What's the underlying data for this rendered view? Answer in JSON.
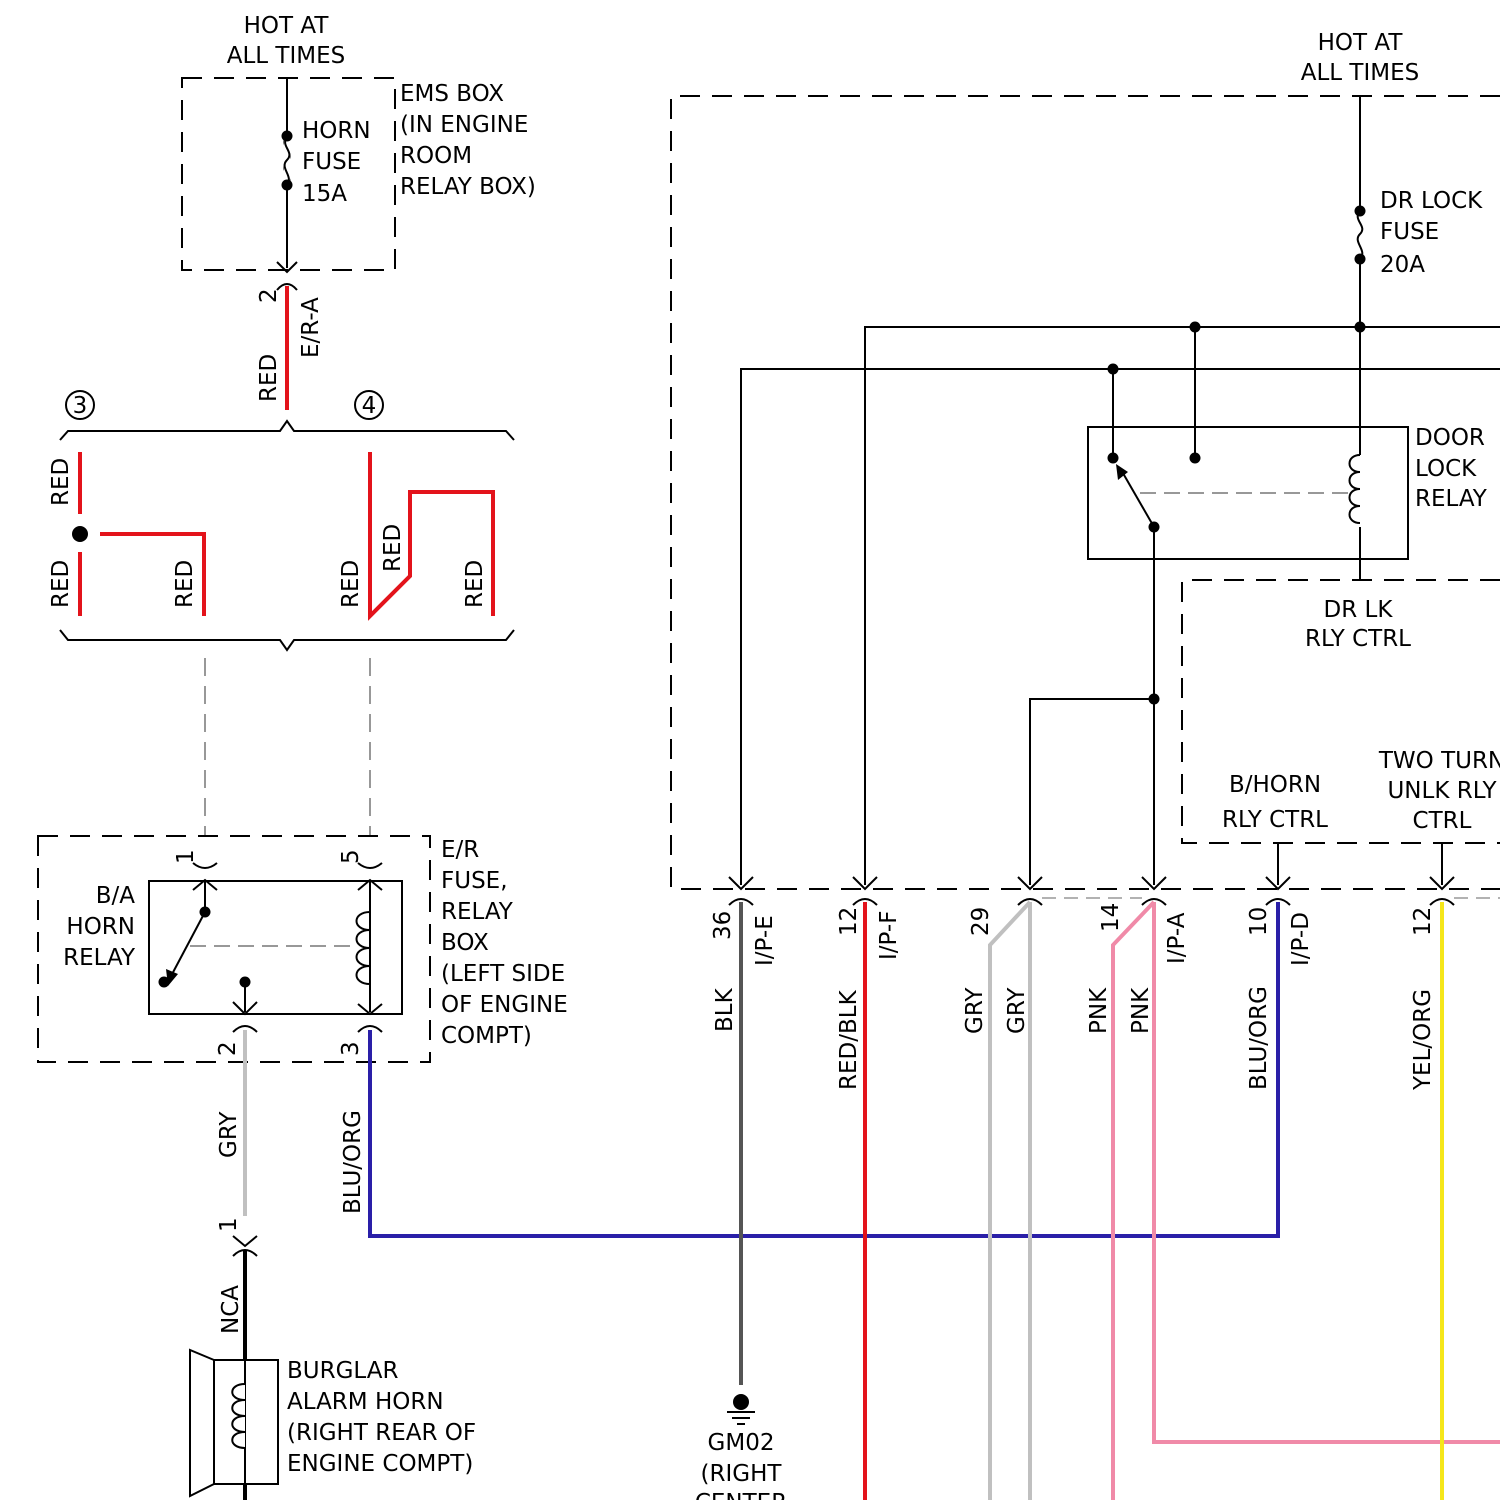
{
  "horn_fuse_box": {
    "hot": [
      "HOT AT",
      "ALL TIMES"
    ],
    "fuse": [
      "HORN",
      "FUSE",
      "15A"
    ],
    "box": [
      "EMS BOX",
      "(IN ENGINE",
      "ROOM",
      "RELAY BOX)"
    ],
    "connector_pin": "2",
    "connector_id": "E/R-A",
    "wire_color": "RED"
  },
  "splice": {
    "variant_3": "3",
    "variant_4": "4",
    "wire_labels": [
      "RED",
      "RED",
      "RED",
      "RED",
      "RED",
      "RED"
    ]
  },
  "ba_relay": {
    "name": [
      "B/A",
      "HORN",
      "RELAY"
    ],
    "pins": [
      "1",
      "5",
      "2",
      "3"
    ],
    "box": [
      "E/R",
      "FUSE,",
      "RELAY",
      "BOX",
      "(LEFT SIDE",
      "OF ENGINE",
      "COMPT)"
    ],
    "wire_gry": "GRY",
    "wire_bluorg": "BLU/ORG"
  },
  "horn": {
    "pin": "1",
    "wire": "NCA",
    "label": [
      "BURGLAR",
      "ALARM HORN",
      "(RIGHT REAR OF",
      "ENGINE COMPT)"
    ]
  },
  "module": {
    "hot": [
      "HOT AT",
      "ALL TIMES"
    ],
    "fuse": [
      "DR LOCK",
      "FUSE",
      "20A"
    ],
    "relay": [
      "DOOR",
      "LOCK",
      "RELAY"
    ],
    "ctrl": [
      "DR LK",
      "RLY CTRL"
    ],
    "horn_ctrl": [
      "B/HORN",
      "RLY CTRL"
    ],
    "turn_ctrl": [
      "TWO TURN",
      "UNLK RLY",
      "CTRL"
    ]
  },
  "bottom_pins": [
    {
      "pin": "36",
      "connector": "I/P-E",
      "wire": "BLK"
    },
    {
      "pin": "12",
      "connector": "I/P-F",
      "wire": "RED/BLK"
    },
    {
      "pin": "29",
      "connector": "",
      "wire": "GRY",
      "wire2": "GRY"
    },
    {
      "pin": "14",
      "connector": "I/P-A",
      "wire": "PNK",
      "wire2": "PNK"
    },
    {
      "pin": "10",
      "connector": "I/P-D",
      "wire": "BLU/ORG"
    },
    {
      "pin": "12",
      "connector": "",
      "wire": "YEL/ORG"
    }
  ],
  "ground": {
    "id": "GM02",
    "label": [
      "(RIGHT",
      "CENTER"
    ]
  },
  "colors": {
    "red": "#e3131b",
    "gray": "#c0c0c0",
    "pink": "#f08aa8",
    "blue": "#2a1fa8",
    "yellow": "#f5e61a",
    "black": "#000000",
    "dark": "#555555"
  }
}
